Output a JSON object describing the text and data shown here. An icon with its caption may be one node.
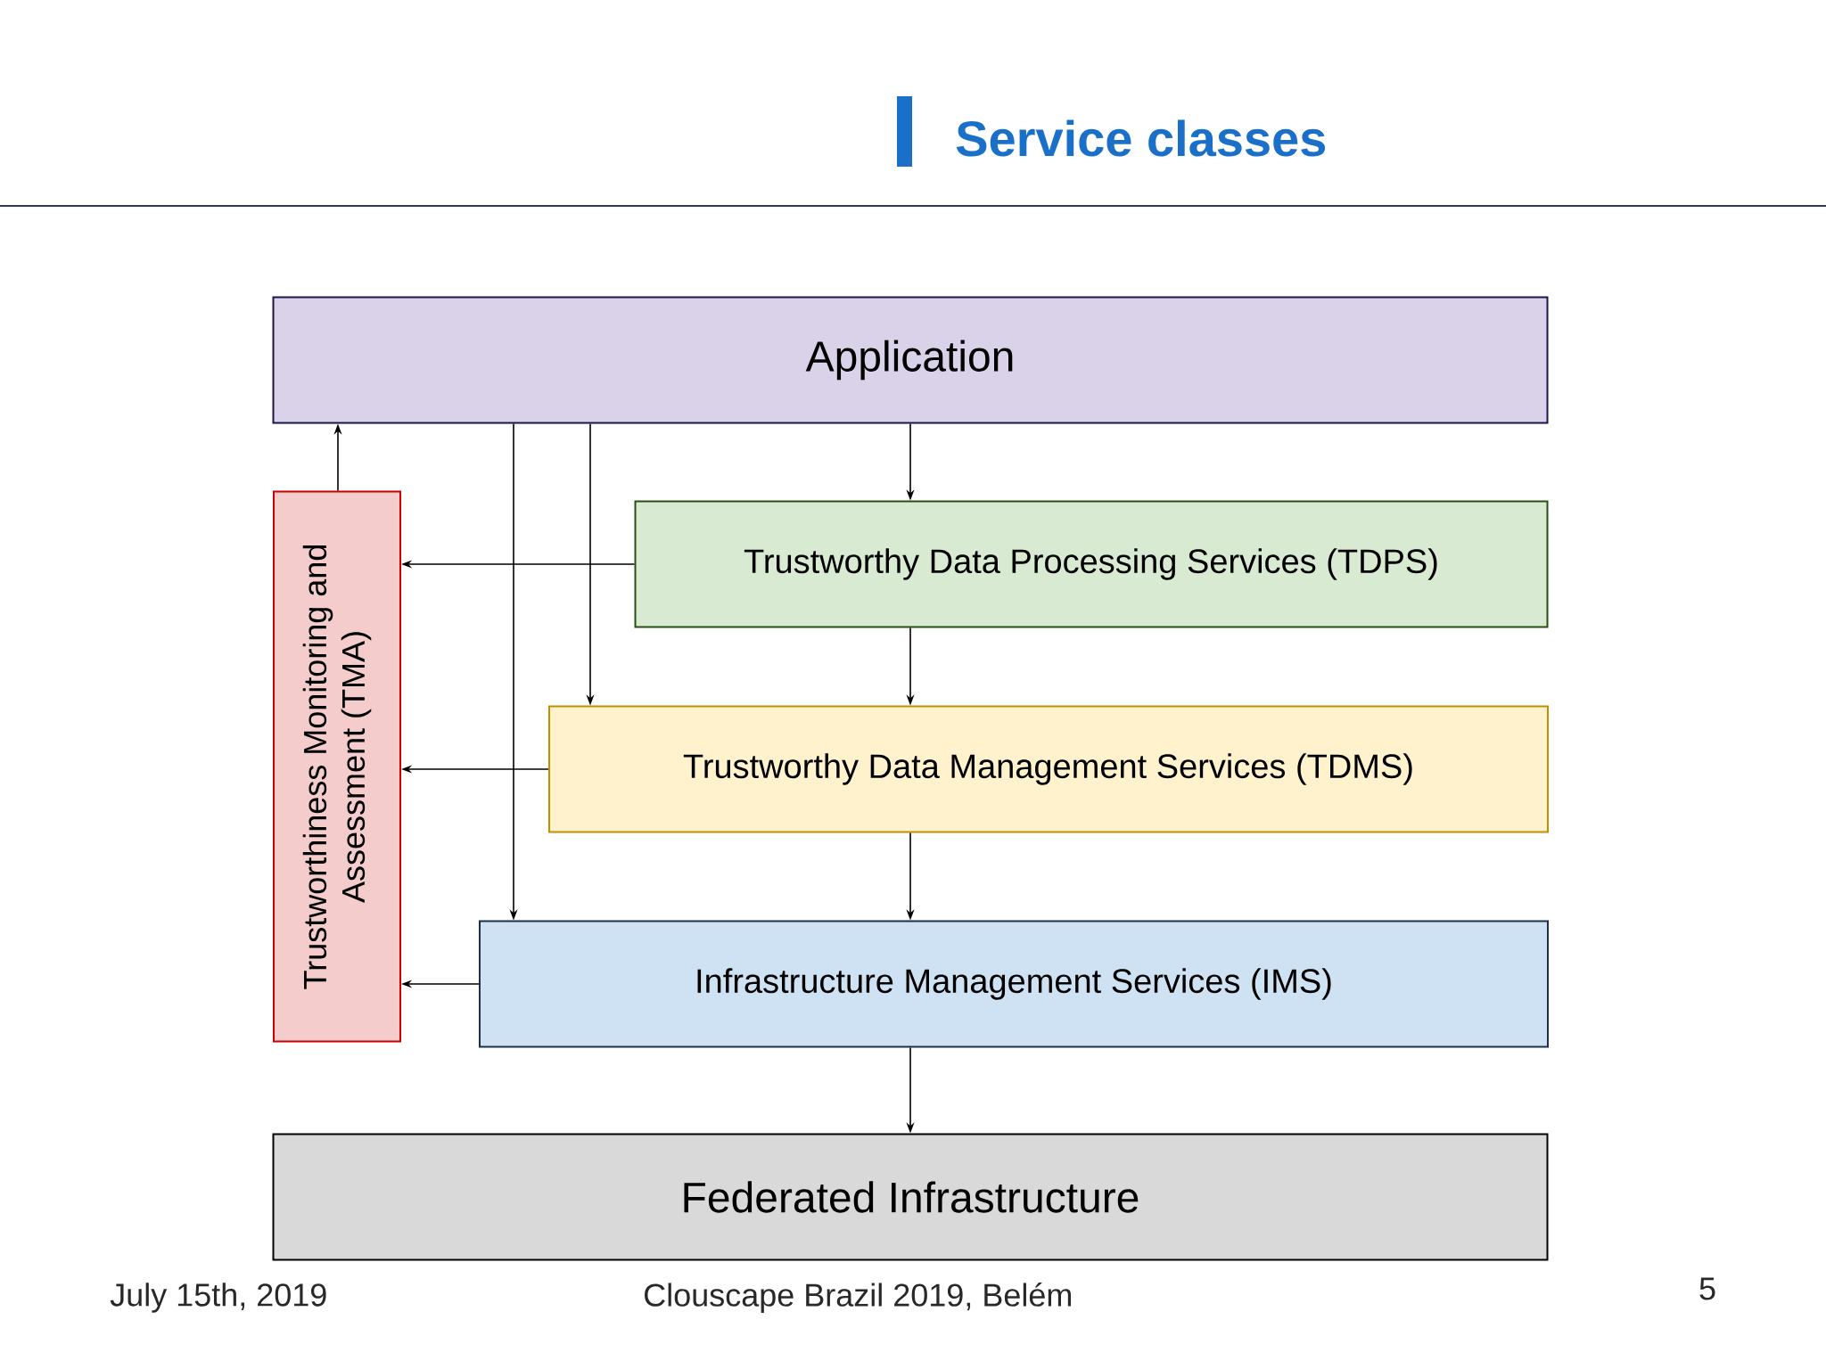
{
  "diagram": {
    "title": "Service classes",
    "nodes": [
      {
        "text": [
          "Application"
        ]
      },
      {
        "text": [
          "Trustworthiness Monitoring and Assessment (TMA)"
        ]
      },
      {
        "text": [
          "Trustworthy Data Processing Services (TDPS)"
        ]
      },
      {
        "text": [
          "Trustworthy Data Management Services (TDMS)"
        ]
      },
      {
        "text": [
          "Infrastructure Management Services (IMS)"
        ]
      },
      {
        "text": [
          "Federated Infrastructure"
        ]
      }
    ],
    "edges": [
      {
        "from": 1,
        "to": 0,
        "arrow": "to"
      },
      {
        "from": 0,
        "to": 4,
        "arrow": "to"
      },
      {
        "from": 0,
        "to": 3,
        "arrow": "to"
      },
      {
        "from": 0,
        "to": 2,
        "arrow": "to"
      },
      {
        "from": 2,
        "to": 1,
        "arrow": "to"
      },
      {
        "from": 2,
        "to": 3,
        "arrow": "to"
      },
      {
        "from": 3,
        "to": 1,
        "arrow": "to"
      },
      {
        "from": 3,
        "to": 4,
        "arrow": "to"
      },
      {
        "from": 4,
        "to": 1,
        "arrow": "to"
      },
      {
        "from": 4,
        "to": 5,
        "arrow": "to"
      }
    ],
    "labels": [
      "July 15th, 2019",
      "Clouscape Brazil 2019, Belém",
      "5"
    ]
  }
}
